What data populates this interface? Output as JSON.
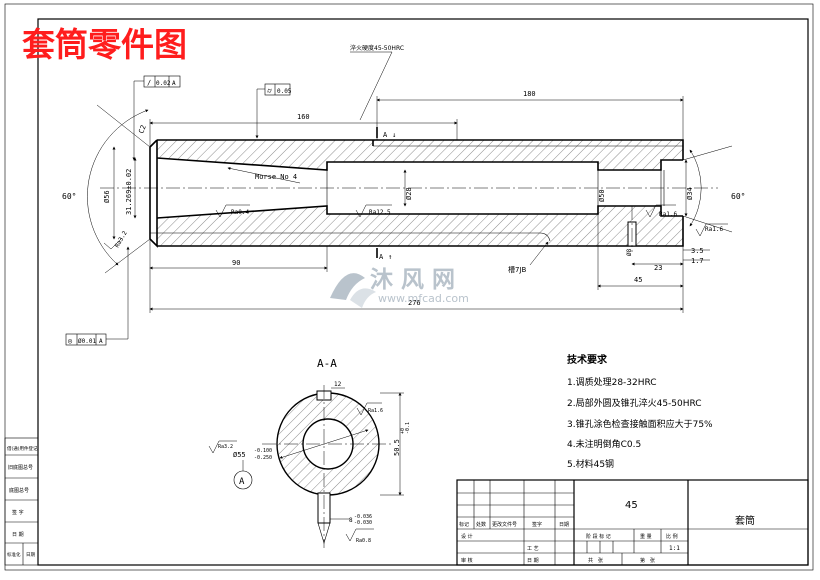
{
  "title": "套筒零件图",
  "top_note": "淬火硬度45-50HRC",
  "dims": {
    "total_length": "276",
    "top_left_len": "160",
    "top_right_len": "180",
    "bottom_90": "90",
    "bottom_45": "45",
    "dim_23": "23",
    "dim_3_5": "3.5",
    "dim_1_7": "1.7",
    "chamfer_c2": "C2",
    "left_dia": "Ø56",
    "bore_dia": "31.269±0.02",
    "mid_dia": "Ø28",
    "right_dia_1": "Ø50",
    "right_dia_2": "Ø34",
    "key_8": "Ø8",
    "angle_left": "60°",
    "angle_right": "60°",
    "morse": "Morse No 4",
    "undercut": "槽7JB",
    "section_a_mark": "A",
    "section_a_mark_2": "A",
    "section_k_width": "12",
    "section_width": "50.5",
    "section_dia": "Ø55",
    "section_key": "8",
    "section_dia_tol_top": "-0.100",
    "section_dia_tol_bot": "-0.250",
    "section_w_tol_top": "+0",
    "section_w_tol_bot": "-0.1",
    "key_tol_top": "-0.036",
    "key_tol_bot": "-0.030",
    "datum_a": "A"
  },
  "roughness": {
    "r1": "Ra0.4",
    "r2": "Ra12.5",
    "r3": "Ra1.6",
    "r4": "Ra1.6",
    "r5": "Ra3.2",
    "r6": "Ra3.2",
    "r7": "Ra0.8",
    "r8": "Ra1.6"
  },
  "gdt": {
    "g1_sym": "∕",
    "g1_val": "0.02",
    "g1_ref": "A",
    "g2_sym": "⌭",
    "g2_val": "0.05",
    "g3_sym": "◎",
    "g3_val": "Ø0.01",
    "g3_ref": "A"
  },
  "section_label": "A-A",
  "tech": {
    "heading": "技术要求",
    "items": [
      "1.调质处理28-32HRC",
      "2.局部外圆及锥孔淬火45-50HRC",
      "3.锥孔涂色检查接触面积应大于75%",
      "4.未注明倒角C0.5",
      "5.材料45钢"
    ]
  },
  "title_block": {
    "material": "45",
    "name": "套筒",
    "scale": "1:1",
    "left_labels": [
      "标记",
      "处数",
      "更改文件号",
      "签字",
      "日期"
    ],
    "row_design": "设 计",
    "row_check": "审 核",
    "row_approve": "工 艺",
    "row_date": "日 期",
    "stage_header": "阶 段 标 记",
    "weight_header": "重 量",
    "scale_header": "比 例",
    "sheet_total": "共　张",
    "sheet_no": "第　张"
  },
  "side_table": {
    "items": [
      "借(通)用件登记",
      "旧底图总号",
      "底图总号",
      "签 字",
      "日 期"
    ],
    "bottom_left": "标准化",
    "bottom_right": "日期"
  },
  "watermark": {
    "cn": "沐 风 网",
    "en": "www.mfcad.com"
  }
}
